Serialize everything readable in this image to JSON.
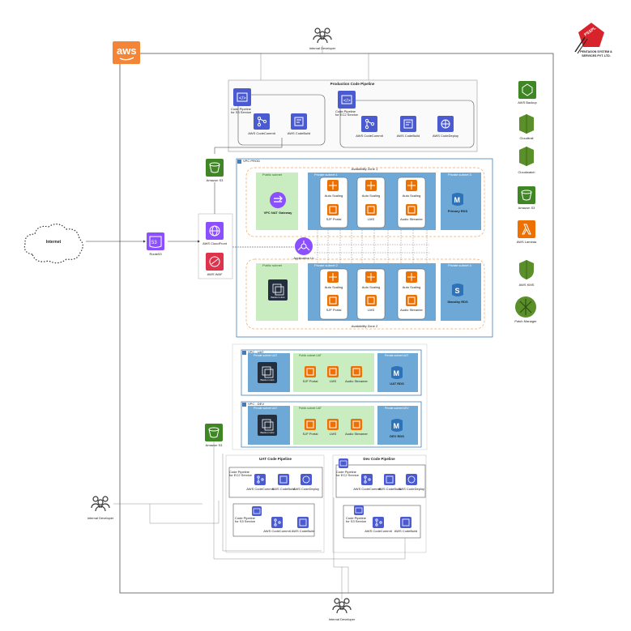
{
  "brand": {
    "aws_logo": "aws",
    "company_initials": "PSSPL",
    "company_name_line1": "PENTAGON SYSTEM &",
    "company_name_line2": "SERVICES PVT. LTD."
  },
  "actors": {
    "dev_top": "Internal Developer",
    "dev_left": "Internal Developer",
    "dev_bottom": "Internal Developer",
    "internet": "Internet"
  },
  "prod_pipeline": {
    "title": "Production Code Pipeline",
    "s3_pipeline": "Code Pipeline for S3 Service",
    "ec2_pipeline": "Code Pipeline for EC2 Service",
    "codecommit": "AWS CodeCommit",
    "codebuild": "AWS CodeBuild",
    "codecommit2": "AWS CodeCommit",
    "codebuild2": "AWS CodeBuild",
    "codedeploy": "AWS CodeDeploy"
  },
  "edge": {
    "s3_top": "Amazon S3",
    "route53": "Route53",
    "cloudfront": "AWS CloudFront",
    "waf": "AWS WAF",
    "alb": "Application Lb",
    "s3_bottom": "Amazon S3"
  },
  "vpc_prod": {
    "title": "VPC PROD",
    "az1": "Availability Zone 1",
    "az2": "Availability Zone 2",
    "public_subnet": "Public subnet",
    "private_subnet_1": "Private subnet 1",
    "private_subnet_2": "Private subnet 2",
    "private_subnet_3": "Private subnet 3",
    "private_subnet_4": "Private subnet 4",
    "public_subnet_2": "Public subnet",
    "nat": "VPC NAT Gateway",
    "bastion": "Bastion Host",
    "auto_scaling": "Auto Scaling",
    "sjf_portal": "SJF Portal",
    "lms": "LMS",
    "audio_streamer": "Audio Streamer",
    "primary_rds": "Primary RDS",
    "standby_rds": "Standby RDS"
  },
  "vpc_uat": {
    "title": "VPC - UAT",
    "private_subnet": "Private subnet UAT",
    "public_subnet": "Public subnet UAT",
    "private_subnet_db": "Private subnet UAT",
    "bastion": "Bastion Host",
    "sjf_portal": "SJF Portal",
    "lms": "LMS",
    "audio_streamer": "Audio Streamer",
    "rds": "UAT RDS"
  },
  "vpc_dev": {
    "title": "VPC - DEV",
    "private_subnet": "Private subnet UAT",
    "public_subnet": "Public subnet UAT",
    "private_subnet_db": "Private subnet DEV",
    "bastion": "Bastion Host",
    "sjf_portal": "SJF Portal",
    "lms": "LMS",
    "audio_streamer": "Audio Streamer",
    "rds": "DEV RDS"
  },
  "uat_pipeline": {
    "title": "UAT Code Pipeline",
    "ec2_pipeline": "Code Pipeline for EC2 Service",
    "s3_pipeline": "Code Pipeline for S3 Service",
    "codecommit": "AWS CodeCommit",
    "codebuild": "AWS CodeBuild",
    "codedeploy": "AWS CodeDeploy",
    "codecommit2": "AWS CodeCommit",
    "codebuild2": "AWS CodeBuild"
  },
  "dev_pipeline": {
    "title": "Dev Code Pipeline",
    "ec2_pipeline": "Code Pipeline for EC2 Service",
    "s3_pipeline": "Code Pipeline for S3 Service",
    "codecommit": "AWS CodeCommit",
    "codebuild": "AWS CodeBuild",
    "codedeploy": "AWS CodeDeploy",
    "codecommit2": "AWS CodeCommit",
    "codebuild2": "AWS CodeBuild"
  },
  "legend": {
    "backup": "AWS Backup",
    "cloudtrail": "Cloudtrail",
    "cloudwatch": "Cloudwatch",
    "s3": "Amazon S3",
    "lambda": "AWS Lambda",
    "kms": "AWS KMS",
    "patch": "Patch Manager"
  },
  "colors": {
    "aws_orange": "#f58536",
    "devtools_blue": "#4a5bd1",
    "storage_green": "#3f8624",
    "network_purple": "#8c4fff",
    "security_red": "#dd344c",
    "compute_orange": "#ed7100",
    "db_blue": "#2e73b8",
    "subnet_blue": "#6ea8d6",
    "subnet_green": "#c9ecc0",
    "mgmt_green": "#5a8f29",
    "vpc_border": "#3f7fc0",
    "az_border": "#f7a35c"
  }
}
